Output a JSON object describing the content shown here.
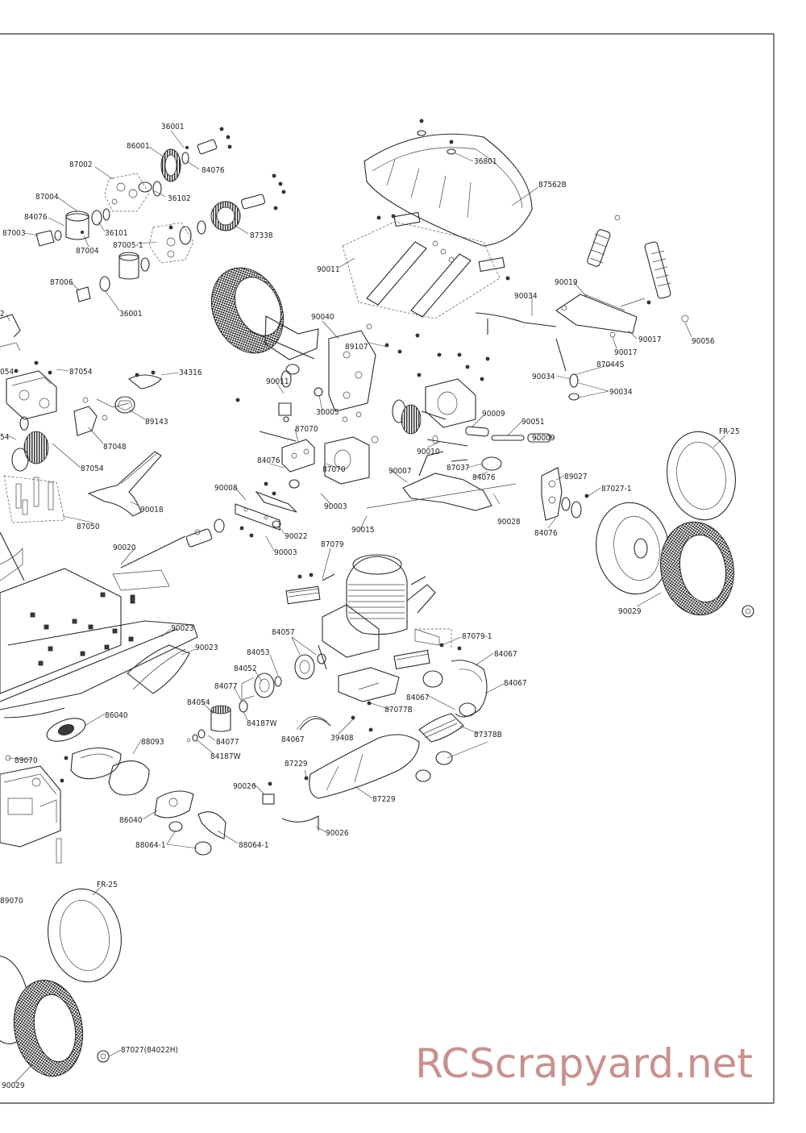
{
  "watermark": {
    "text": "RCScrapyard.net",
    "color": "#c9918c"
  },
  "colors": {
    "line": "#2b2b2b",
    "border": "#333333"
  },
  "labels": {
    "p36001a": "36001",
    "p86001": "86001",
    "p84076a": "84076",
    "p87002": "87002",
    "p36102": "36102",
    "p87004a": "87004",
    "p84076b": "84076",
    "p87003": "87003",
    "p36101": "36101",
    "p87004b": "87004",
    "p87005_1": "87005-1",
    "p87338": "87338",
    "p87006": "87006",
    "p36001b": "36001",
    "p36801": "36801",
    "p87562B": "87562B",
    "p90011a": "90011",
    "p90019": "90019",
    "p90034a": "90034",
    "p90017a": "90017",
    "p90017b": "90017",
    "p90056": "90056",
    "p87044S": "87044S",
    "p90034b": "90034",
    "p90034c": "90034",
    "p90040": "90040",
    "p89107": "89107",
    "p90011b": "90011",
    "p34316": "34316",
    "p87054a": "87054",
    "p054": "054",
    "p89143": "89143",
    "p87048": "87048",
    "p54": "54",
    "p87054b": "87054",
    "p30005": "30005",
    "p87070a": "87070",
    "p90009a": "90009",
    "p90051": "90051",
    "p90009b": "90009",
    "p90010": "90010",
    "pFR25a": "FR-25",
    "p84076c": "84076",
    "p87070b": "87070",
    "p90003a": "90003",
    "p90007": "90007",
    "p87037": "87037",
    "p84076d": "84076",
    "p89027": "89027",
    "p87027_1": "87027-1",
    "p90018": "90018",
    "p90008": "90008",
    "p90028": "90028",
    "p84076e": "84076",
    "p90015": "90015",
    "p87050": "87050",
    "p90022": "90022",
    "p90003b": "90003",
    "p90020": "90020",
    "p87079": "87079",
    "p90029a": "90029",
    "p90023a": "90023",
    "p90023b": "90023",
    "p84057": "84057",
    "p84053": "84053",
    "p87079_1": "87079-1",
    "p84067a": "84067",
    "p84052": "84052",
    "p84067b": "84067",
    "p84077a": "84077",
    "p84054": "84054",
    "p84187Wa": "84187W",
    "p84067c": "84067",
    "p87077B": "87077B",
    "p86040a": "86040",
    "p84067d": "84067",
    "p39408": "39408",
    "p87378B": "87378B",
    "p88093": "88093",
    "p84077b": "84077",
    "p84187Wb": "84187W",
    "p89070a": "89070",
    "p87229a": "87229",
    "p90026a": "90026",
    "p87229b": "87229",
    "p86040b": "86040",
    "p90026b": "90026",
    "p88064_1a": "88064-1",
    "p88064_1b": "88064-1",
    "p89070b": "89070",
    "pFR25b": "FR-25",
    "p87027_84022H": "87027(84022H)",
    "p90029b": "90029",
    "p2": "2"
  }
}
